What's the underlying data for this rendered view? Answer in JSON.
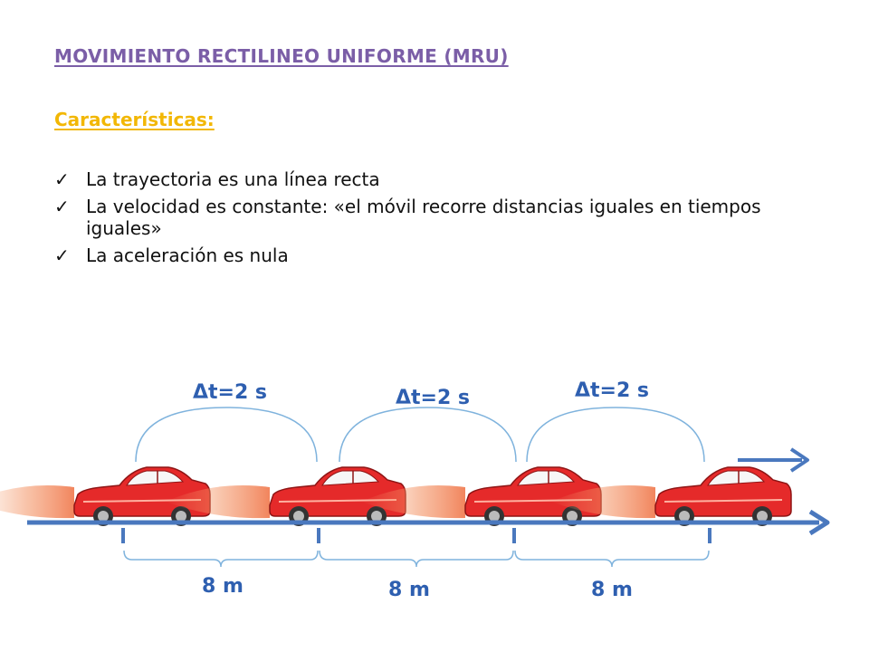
{
  "title": "MOVIMIENTO RECTILINEO UNIFORME (MRU)",
  "subtitle": "Características:",
  "bullets": [
    "La trayectoria es una línea recta",
    "La velocidad es constante: «el móvil recorre distancias iguales en tiempos iguales»",
    "La aceleración es nula"
  ],
  "diagram": {
    "time_labels": [
      "Δt=2 s",
      "Δt=2 s",
      "Δt=2 s"
    ],
    "distance_labels": [
      "8 m",
      "8 m",
      "8 m"
    ]
  },
  "colors": {
    "title": "#7B5EA7",
    "subtitle": "#F2B705",
    "axis": "#4A78BE",
    "label": "#2E5FB0",
    "arc": "#7FB3DD",
    "car": "#E52A2A"
  }
}
